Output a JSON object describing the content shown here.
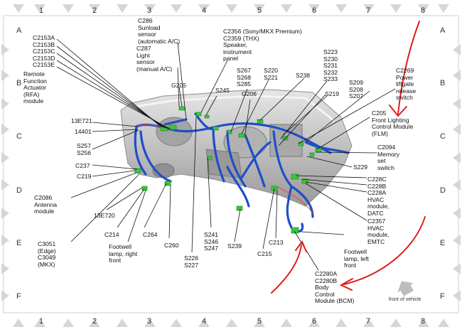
{
  "grid": {
    "columns": [
      "1",
      "2",
      "3",
      "4",
      "5",
      "6",
      "7",
      "8"
    ],
    "rows": [
      "A",
      "B",
      "C",
      "D",
      "E",
      "F"
    ]
  },
  "labels": {
    "c286": "C286\nSunload\nsensor\n(automatic A/C)",
    "c287": "C287\nLight\nsensor\n(manual A/C)",
    "c2356": "C2356 (Sony/MKX Premium)\nC2359 (THX)\nSpeaker,\ninstrument\npanel",
    "c2153": "C2153A\nC2153B\nC2153C\nC2153D\nC2153E",
    "rfa": "Remote\nFunction\nActuator\n(RFA)\nmodule",
    "g205": "G205",
    "s245": "S245",
    "s267": "S267\nS268\nS285",
    "s220": "S220\nS221",
    "g206": "G206",
    "s238": "S238",
    "s223": "S223\nS230\nS231\nS232\nS233",
    "c2269": "C2269\nPower\nliftgate\nrelease\nswitch",
    "s209": "S209\nS208\nS207",
    "s219": "S219",
    "c205": "C205\nFront Lighting\nControl Module\n(FLM)",
    "e721": "13E721",
    "c14401": "14401",
    "s257": "S257\nS256",
    "c237": "C237",
    "c219": "C219",
    "c2094": "C2094\nMemory\nset\nswitch",
    "s229": "S229",
    "c2086": "C2086\nAntenna\nmodule",
    "c228": "C228C\nC228B\nC228A\nHVAC\nmodule,\nDATC",
    "e720": "13E720",
    "c214": "C214",
    "c264": "C264",
    "c260": "C260",
    "s241": "S241\nS246\nS247",
    "s239": "S239",
    "c215": "C215",
    "c213": "C213",
    "c2357": "C2357\nHVAC\nmodule,\nEMTC",
    "c3051": "C3051\n(Edge)\nC3049\n(MKX)",
    "footwell_right": "Footwell\nlamp, right\nfront",
    "s226": "S226\nS227",
    "footwell_left": "Footwell\nlamp, left\nfront",
    "c2280": "C2280A\nC2280B\nBody\nControl\nModule (BCM)",
    "front_of_vehicle": "front of vehicle"
  },
  "colors": {
    "harness_blue": "#1f4ec8",
    "connector_green": "#37c83a",
    "annotation_red": "#e01b1b",
    "dash_gray": "#b9b9b9"
  }
}
